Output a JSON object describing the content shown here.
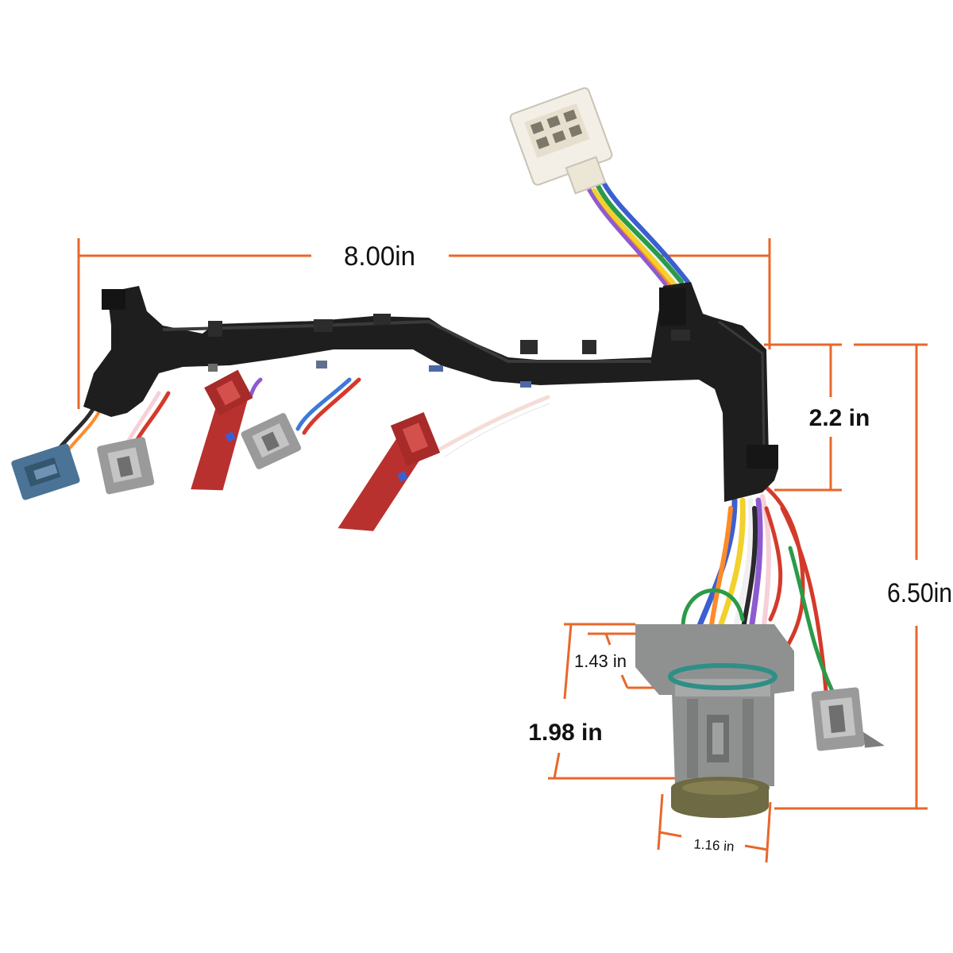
{
  "colors": {
    "dimension_line": "#e8672a",
    "harness_body": "#1e1e1e",
    "harness_highlight": "#3a3a3a",
    "connector_red": "#b8312f",
    "connector_gray": "#9a9a9a",
    "connector_blue": "#4a7396",
    "connector_white": "#f3efe6",
    "main_connector_gray": "#8f9190",
    "main_connector_barrel": "#6d6a44",
    "seal_teal": "#2f8f86"
  },
  "dimensions": {
    "width_top": "8.00in",
    "height_right": "6.50in",
    "bracket_height": "2.2 in",
    "flange_height": "1.43 in",
    "connector_height": "1.98 in",
    "barrel_width": "1.16 in"
  },
  "icons": {
    "top_plug": "white-6-pin-plug-icon",
    "solenoid_connectors": "solenoid-connector-icon",
    "main_connector": "round-transmission-connector-icon"
  }
}
